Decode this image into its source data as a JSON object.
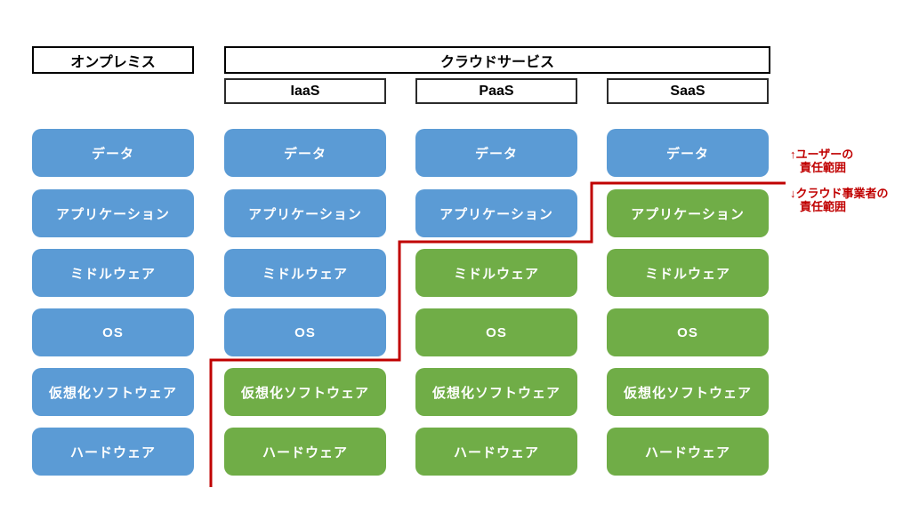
{
  "headers": {
    "onpremise": "オンプレミス",
    "cloud": "クラウドサービス",
    "service_models": [
      "IaaS",
      "PaaS",
      "SaaS"
    ]
  },
  "layer_names": [
    "データ",
    "アプリケーション",
    "ミドルウェア",
    "OS",
    "仮想化ソフトウェア",
    "ハードウェア"
  ],
  "columns": [
    {
      "name": "オンプレミス",
      "layers": [
        {
          "label": "データ",
          "owner": "user"
        },
        {
          "label": "アプリケーション",
          "owner": "user"
        },
        {
          "label": "ミドルウェア",
          "owner": "user"
        },
        {
          "label": "OS",
          "owner": "user"
        },
        {
          "label": "仮想化ソフトウェア",
          "owner": "user"
        },
        {
          "label": "ハードウェア",
          "owner": "user"
        }
      ]
    },
    {
      "name": "IaaS",
      "layers": [
        {
          "label": "データ",
          "owner": "user"
        },
        {
          "label": "アプリケーション",
          "owner": "user"
        },
        {
          "label": "ミドルウェア",
          "owner": "user"
        },
        {
          "label": "OS",
          "owner": "user"
        },
        {
          "label": "仮想化ソフトウェア",
          "owner": "provider"
        },
        {
          "label": "ハードウェア",
          "owner": "provider"
        }
      ]
    },
    {
      "name": "PaaS",
      "layers": [
        {
          "label": "データ",
          "owner": "user"
        },
        {
          "label": "アプリケーション",
          "owner": "user"
        },
        {
          "label": "ミドルウェア",
          "owner": "provider"
        },
        {
          "label": "OS",
          "owner": "provider"
        },
        {
          "label": "仮想化ソフトウェア",
          "owner": "provider"
        },
        {
          "label": "ハードウェア",
          "owner": "provider"
        }
      ]
    },
    {
      "name": "SaaS",
      "layers": [
        {
          "label": "データ",
          "owner": "user"
        },
        {
          "label": "アプリケーション",
          "owner": "provider"
        },
        {
          "label": "ミドルウェア",
          "owner": "provider"
        },
        {
          "label": "OS",
          "owner": "provider"
        },
        {
          "label": "仮想化ソフトウェア",
          "owner": "provider"
        },
        {
          "label": "ハードウェア",
          "owner": "provider"
        }
      ]
    }
  ],
  "annotations": {
    "user_scope_line1": "↑ユーザーの",
    "user_scope_line2": "責任範囲",
    "provider_scope_line1": "↓クラウド事業者の",
    "provider_scope_line2": "責任範囲"
  },
  "colors": {
    "user": "#5b9bd5",
    "provider": "#70ad47",
    "boundary": "#c00000"
  }
}
